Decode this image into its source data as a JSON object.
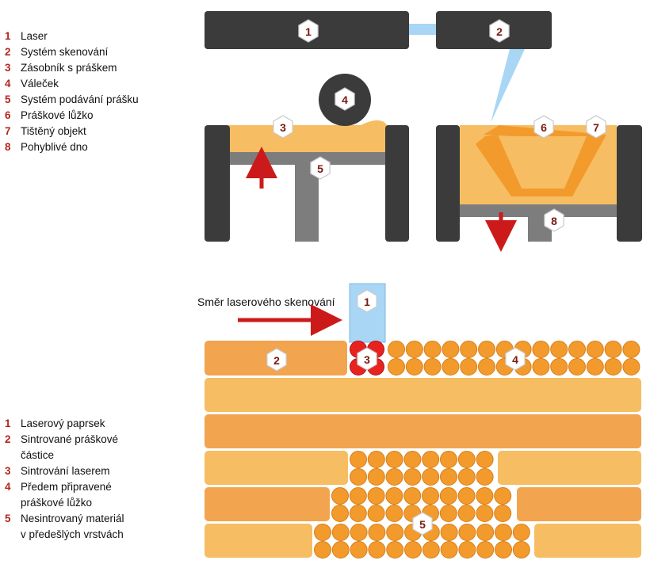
{
  "top_legend": [
    {
      "num": "1",
      "text": "Laser"
    },
    {
      "num": "2",
      "text": "Systém skenování"
    },
    {
      "num": "3",
      "text": "Zásobník s práškem"
    },
    {
      "num": "4",
      "text": "Váleček"
    },
    {
      "num": "5",
      "text": "Systém podávání prášku"
    },
    {
      "num": "6",
      "text": "Práškové lůžko"
    },
    {
      "num": "7",
      "text": "Tištěný objekt"
    },
    {
      "num": "8",
      "text": "Pohyblivé dno"
    }
  ],
  "bottom_legend": [
    {
      "num": "1",
      "text": "Laserový paprsek"
    },
    {
      "num": "2",
      "text": "Sintrované práškové\nčástice"
    },
    {
      "num": "3",
      "text": "Sintrování laserem"
    },
    {
      "num": "4",
      "text": "Předem připravené\npráškové lůžko"
    },
    {
      "num": "5",
      "text": "Nesintrovaný materiál\nv předešlých vrstvách"
    }
  ],
  "scan_direction_label": "Směr laserového skenování",
  "top_badges": {
    "b1": "1",
    "b2": "2",
    "b3": "3",
    "b4": "4",
    "b5": "5",
    "b6": "6",
    "b7": "7",
    "b8": "8"
  },
  "bottom_badges": {
    "b1": "1",
    "b2": "2",
    "b3": "3",
    "b4": "4",
    "b5": "5"
  },
  "colors": {
    "machine_dark": "#3b3b3b",
    "machine_grey": "#7d7d7d",
    "powder_light": "#f6bd62",
    "powder_medium": "#f2a44f",
    "object_orange": "#f39a2c",
    "laser_beam": "#a9d6f5",
    "sintering_red": "#e8231f",
    "arrow_red": "#cc1a1a",
    "badge_text": "#7a1a10"
  }
}
